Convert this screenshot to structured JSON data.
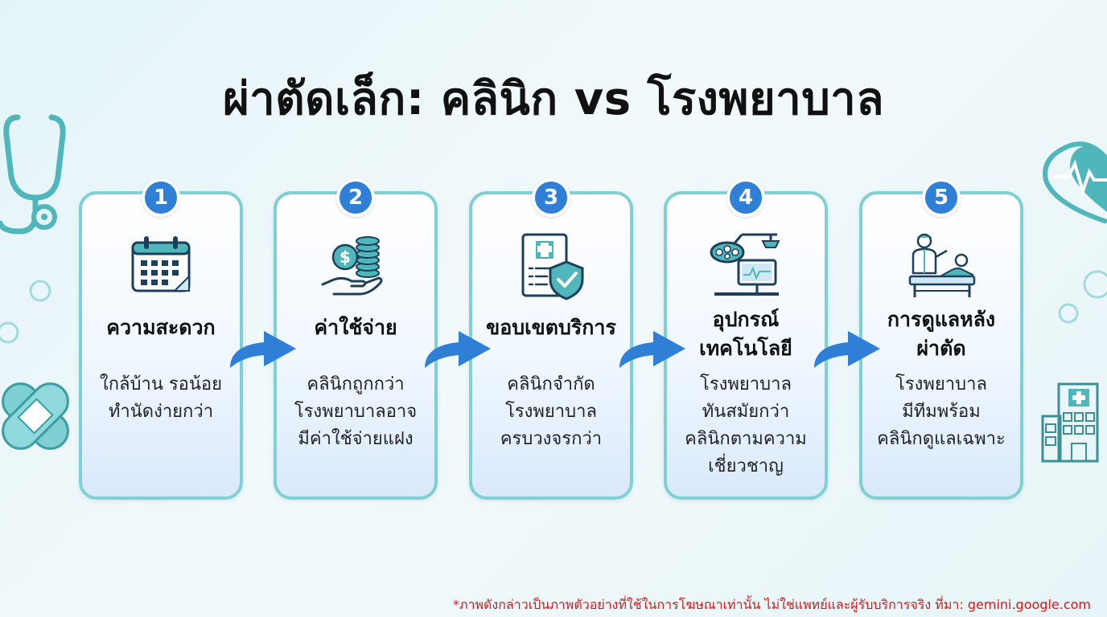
{
  "title": "ผ่าตัดเล็ก: คลินิก vs โรงพยาบาล",
  "steps": [
    {
      "number": "1",
      "icon": "calendar-icon",
      "heading": "ความสะดวก",
      "body": "ใกล้บ้าน รอน้อย\nทำนัดง่ายกว่า"
    },
    {
      "number": "2",
      "icon": "money-hand-icon",
      "heading": "ค่าใช้จ่าย",
      "body": "คลินิกถูกกว่า\nโรงพยาบาลอาจ\nมีค่าใช้จ่ายแฝง"
    },
    {
      "number": "3",
      "icon": "medical-shield-document-icon",
      "heading": "ขอบเขตบริการ",
      "body": "คลินิกจำกัด\nโรงพยาบาล\nครบวงจรกว่า"
    },
    {
      "number": "4",
      "icon": "surgical-equipment-icon",
      "heading": "อุปกรณ์\nเทคโนโลยี",
      "body": "โรงพยาบาล\nทันสมัยกว่า\nคลินิกตามความ\nเชี่ยวชาญ"
    },
    {
      "number": "5",
      "icon": "doctor-patient-icon",
      "heading": "การดูแลหลัง\nผ่าตัด",
      "body": "โรงพยาบาล\nมีทีมพร้อม\nคลินิกดูแลเฉพาะ"
    }
  ],
  "disclaimer": "*ภาพดังกล่าวเป็นภาพตัวอย่างที่ใช้ในการโฆษณาเท่านั้น ไม่ใช่แพทย์และผู้รับบริการจริง ที่มา: gemini.google.com",
  "colors": {
    "accent": "#2f7fd7",
    "card_border": "#7fd0d3",
    "teal": "#4fb6bb",
    "disclaimer": "#d11a1a"
  }
}
